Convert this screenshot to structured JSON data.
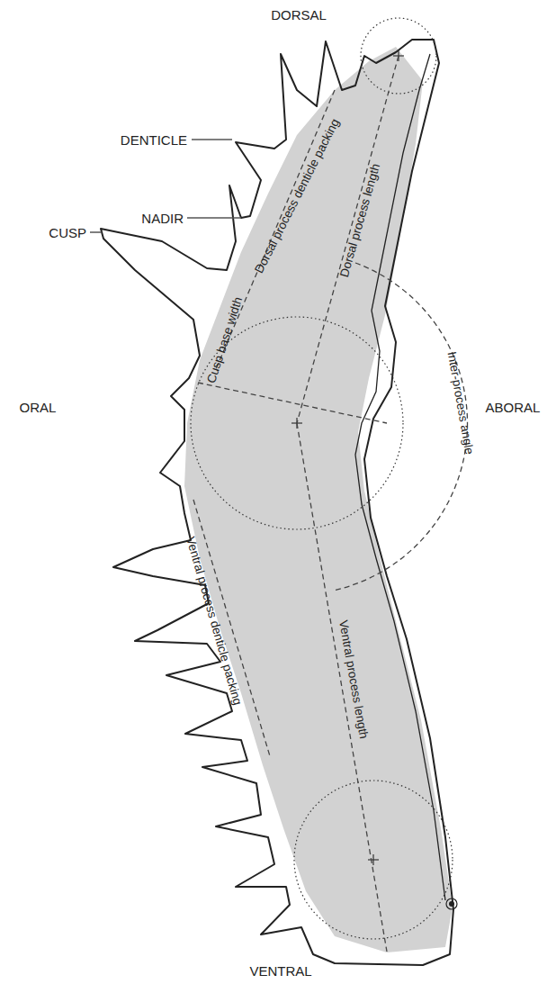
{
  "diagram": {
    "labels": [
      "DORSAL",
      "DENTICLE",
      "NADIR",
      "CUSP",
      "ORAL",
      "ABORAL",
      "VENTRAL",
      "Dorsal process denticle packing",
      "Dorsal process length",
      "Cusp base width",
      "Inter-process angle",
      "Ventral process denticle packing",
      "Ventral process length"
    ]
  }
}
